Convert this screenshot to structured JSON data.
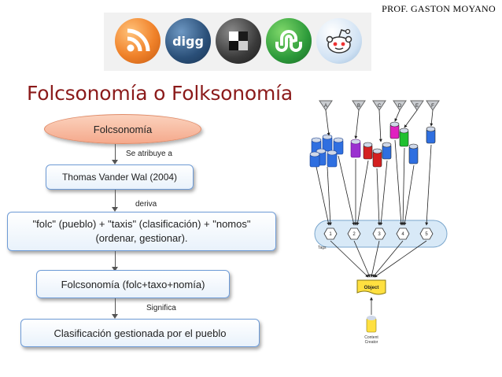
{
  "header": {
    "author": "PROF. GASTON MOYANO"
  },
  "social_icons": [
    {
      "name": "rss-icon",
      "color": "#f0822a"
    },
    {
      "name": "digg-icon",
      "color": "#2a4f78",
      "text": "digg"
    },
    {
      "name": "delicious-icon",
      "color": "#3a3a3a"
    },
    {
      "name": "stumbleupon-icon",
      "color": "#2c9a3a"
    },
    {
      "name": "reddit-icon",
      "color": "#cfe1f3"
    }
  ],
  "title": "Folcsonomía o Folksonomía",
  "flow": {
    "start": "Folcsonomía",
    "edge1": "Se atribuye a",
    "box1": "Thomas Vander Wal (2004)",
    "edge2": "deriva",
    "box2_line1": "\"folc\" (pueblo) + \"taxis\" (clasificación) + \"nomos\"",
    "box2_line2": "(ordenar, gestionar).",
    "box3": "Folcsonomía (folc+taxo+nomía)",
    "edge3": "Significa",
    "box4": "Clasificación gestionada por el pueblo"
  },
  "tag_diagram": {
    "tag_letters": [
      "A",
      "B",
      "C",
      "D",
      "E",
      "F"
    ],
    "tag_numbers": [
      "1",
      "2",
      "3",
      "4",
      "5"
    ],
    "tags_label": "Tags",
    "object_label": "Object",
    "creator_label_line1": "Content",
    "creator_label_line2": "Creator",
    "colors": {
      "blue": "#2f6fe0",
      "purple": "#9b30d0",
      "red": "#d42020",
      "magenta": "#e020c0",
      "green": "#20c030",
      "yellow": "#ffe040",
      "band": "#d8e9f7"
    }
  }
}
